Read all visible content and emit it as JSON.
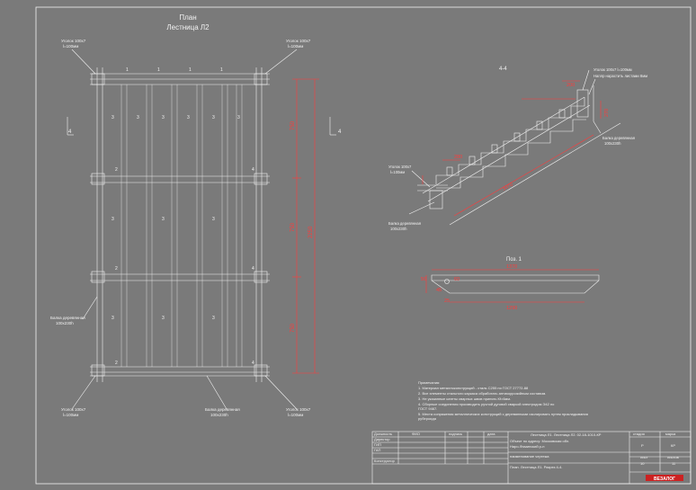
{
  "plan": {
    "title": "План",
    "subtitle": "Лестница Л2",
    "section_mark": "4",
    "callouts": {
      "top_left": [
        "Уголок 100x7",
        "l=100мм"
      ],
      "top_right": [
        "Уголок 100x7",
        "l=100мм"
      ],
      "bottom_left": [
        "Уголок 100x7",
        "l=100мм"
      ],
      "bottom_right": [
        "Уголок 100x7",
        "l=100мм"
      ],
      "beam_left": [
        "Балка деревянная",
        "100x230h"
      ],
      "beam_bottom": [
        "Балка деревянная",
        "100x230h"
      ]
    },
    "dims": {
      "d1": "750",
      "d2": "750",
      "d3": "750",
      "total": "2250"
    },
    "positions": [
      "1",
      "2",
      "3",
      "4"
    ]
  },
  "section": {
    "title": "4-4",
    "callouts": {
      "top": [
        "Уголок 100x7  l=100мм",
        "Наплр нарастить листами 8мм"
      ],
      "right": [
        "Балка деревянная",
        "100x230h"
      ],
      "left": [
        "Уголок 100x7",
        "l=100мм"
      ],
      "bottom": [
        "Балка деревянная",
        "100x230h"
      ]
    },
    "dims": {
      "riser": "200",
      "h": "270",
      "d280": "280",
      "diag": "3370"
    }
  },
  "pos1": {
    "title": "Поз. 1",
    "dims": {
      "top": "1370",
      "bottom": "1290",
      "left": "50",
      "a": "45",
      "b": "25",
      "c": "60"
    }
  },
  "notes": {
    "heading": "Примечания:",
    "lines": [
      "1.     Материал металлоконструкций - сталь С255 по ГОСТ 27772-88",
      "2.     Все элементы стального каркаса обработать антикоррозийным составом.",
      "3.     Не указанные катеты сварных швов принять Кf=6мм.",
      "4.     Сборные соединения производить ручной дуговой сваркой электродом Э42 по",
      "ГОСТ 9467.",
      "5.     Места сопряжения металлических конструкций с деревянными изолировать путем прокладывания",
      "рубероида"
    ]
  },
  "title_block": {
    "cols": [
      "Должность",
      "ФИО",
      "подпись",
      "дата"
    ],
    "roles": [
      "Директор",
      "ГИП",
      "ГАП",
      "Конструктор"
    ],
    "project_title": "Лестница Л1. Лестница Л2.  02-18-1010-КР",
    "address_lines": [
      "Объект по адресу: Московская обл.",
      "Наро-Фоминский р-н"
    ],
    "drawing_name_label": "наименование чертежа",
    "drawing_name": "План. Лестница Л1. Разрез 4-4.",
    "stage_label": "стадия",
    "stage": "Р",
    "mark_label": "марка",
    "mark": "КР",
    "sheet_label": "лист",
    "sheet": "10",
    "sheets_label": "листов",
    "sheets": "11",
    "logo_text": "ВЕЗАЛОГ"
  },
  "colors": {
    "background": "#7a7a7a",
    "line": "#f2f2f2",
    "dimension": "#ff3b3b"
  }
}
